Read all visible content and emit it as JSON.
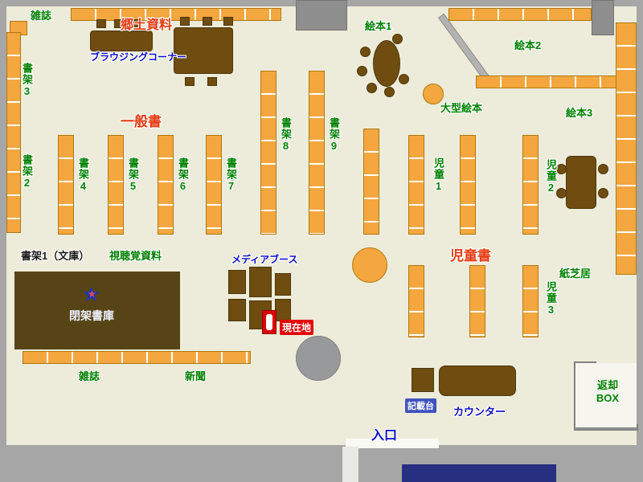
{
  "areas": {
    "magazines_top": "雑誌",
    "local_materials": "郷土資料",
    "browsing_corner": "ブラウジングコーナー",
    "general_books": "一般書",
    "shelf_2": "書架2",
    "shelf_3": "書架3",
    "shelf_4": "書架4",
    "shelf_5": "書架5",
    "shelf_6": "書架6",
    "shelf_7": "書架7",
    "shelf_8": "書架8",
    "shelf_9": "書架9",
    "shelf_1_bunko": "書架1（文庫）",
    "audiovisual": "視聴覚資料",
    "media_booth": "メディアブース",
    "closed_stacks": "閉架書庫",
    "current_location": "現在地",
    "magazines_bottom": "雑誌",
    "newspapers": "新聞",
    "picture_books_1": "絵本1",
    "picture_books_2": "絵本2",
    "picture_books_3": "絵本3",
    "large_picture_books": "大型絵本",
    "children_1": "児童1",
    "children_2": "児童2",
    "children_3": "児童3",
    "children_books": "児童書",
    "kamishibai": "紙芝居",
    "writing_stand": "記載台",
    "counter": "カウンター",
    "return_box_line1": "返却",
    "return_box_line2": "BOX",
    "entrance": "入口"
  },
  "icons": {
    "closed_stacks_marker": "star"
  },
  "colors": {
    "floor": "#edecda",
    "outer_wall": "#a6a6a6",
    "shelf": "#f4a73e",
    "furniture": "#6f4d10",
    "closed_stacks_bg": "#564416",
    "label_red": "#e53c14",
    "label_green": "#008000",
    "label_blue": "#0a0ac8",
    "current_location_bg": "#e60000",
    "footer_bar": "#273080"
  }
}
